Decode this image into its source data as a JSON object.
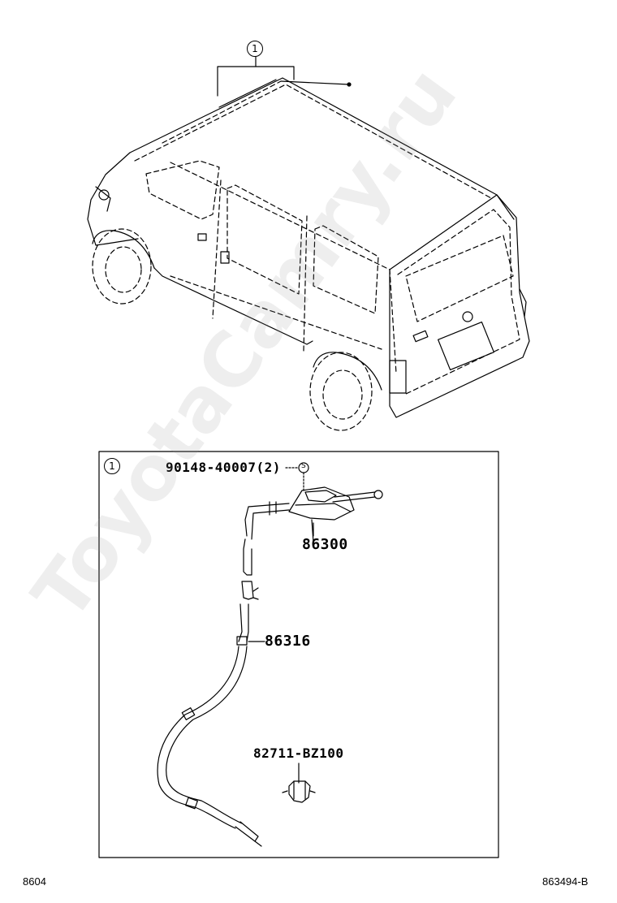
{
  "callout_number": "1",
  "parts": {
    "screw": "90148-40007(2)",
    "screw_marker": "S",
    "antenna": "86300",
    "cable": "86316",
    "clip": "82711-BZ100"
  },
  "footer": {
    "left": "8604",
    "right": "863494-B"
  },
  "watermark": "ToyotaCamry.ru"
}
